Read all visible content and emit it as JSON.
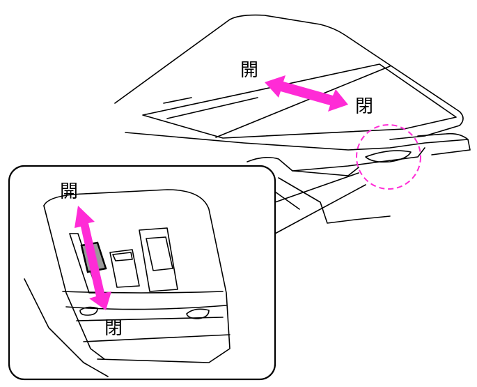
{
  "labels": {
    "roof_open": "開",
    "roof_close": "閉",
    "switch_open": "開",
    "switch_close": "閉"
  },
  "colors": {
    "arrow": "#ff2bd6",
    "line": "#000000",
    "switch_fill": "#9a9a9a"
  }
}
